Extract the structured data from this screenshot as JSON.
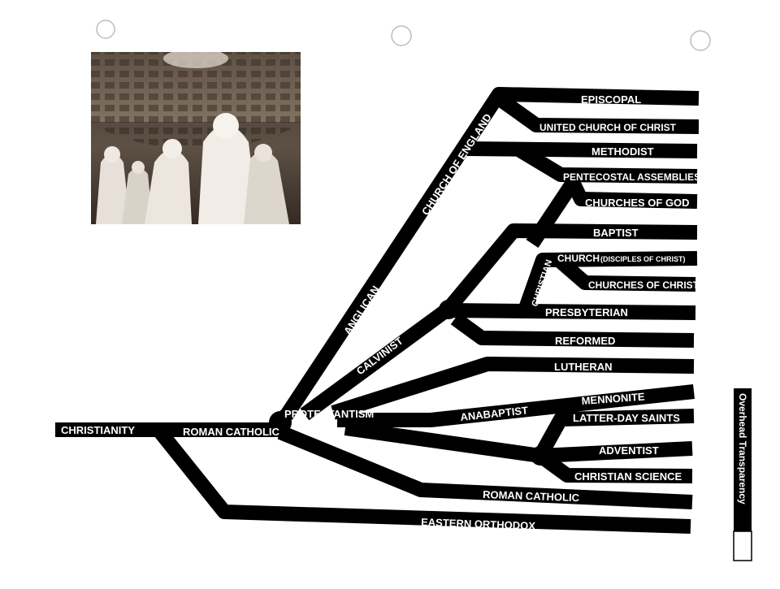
{
  "colors": {
    "branch": "#000000",
    "label_text": "#ffffff",
    "page": "#ffffff"
  },
  "photo": {
    "icon": "photo-icon",
    "subject": "figures in white robes beneath a coffered dome"
  },
  "tree": {
    "root": "CHRISTIANITY",
    "roman_catholic_trunk": "ROMAN CATHOLIC",
    "protestantism": "PROTESTANTISM",
    "anglican": "ANGLICAN",
    "church_of_england": "CHURCH OF ENGLAND",
    "calvinist": "CALVINIST",
    "christian": "CHRISTIAN",
    "anabaptist": "ANABAPTIST",
    "leaves": {
      "episcopal": "EPISCOPAL",
      "united_church_of_christ": "UNITED CHURCH OF CHRIST",
      "methodist": "METHODIST",
      "pentecostal_assemblies": "PENTECOSTAL ASSEMBLIES",
      "churches_of_god": "CHURCHES OF GOD",
      "baptist": "BAPTIST",
      "church": "CHURCH",
      "disciples_of_christ": "(DISCIPLES OF CHRIST)",
      "churches_of_christ": "CHURCHES OF CHRIST",
      "presbyterian": "PRESBYTERIAN",
      "reformed": "REFORMED",
      "lutheran": "LUTHERAN",
      "mennonite": "MENNONITE",
      "latter_day_saints": "LATTER-DAY SAINTS",
      "adventist": "ADVENTIST",
      "christian_science": "CHRISTIAN SCIENCE",
      "roman_catholic": "ROMAN CATHOLIC",
      "eastern_orthodox": "EASTERN ORTHODOX"
    }
  },
  "side_tab": {
    "label": "Overhead Transparency"
  }
}
